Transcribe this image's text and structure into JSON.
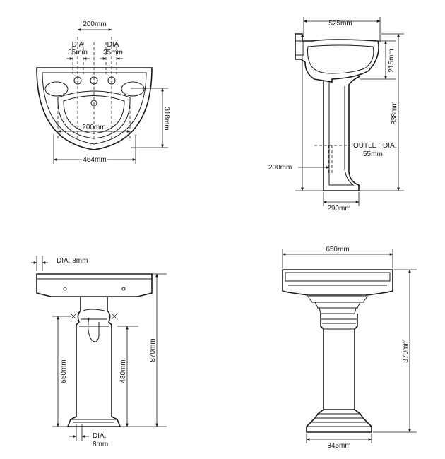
{
  "top_view": {
    "dim_taps_spacing": "200mm",
    "dim_left_dia_a": "DIA",
    "dim_left_dia_b": "35mm",
    "dim_right_dia_a": "DIA",
    "dim_right_dia_b": "35mm",
    "dim_bowl_width": "200mm",
    "dim_depth": "318mm",
    "dim_width": "464mm"
  },
  "side_view": {
    "dim_top_depth": "525mm",
    "dim_basin_height": "215mm",
    "dim_overall_height": "838mm",
    "dim_outlet_a": "OUTLET DIA.",
    "dim_outlet_b": "55mm",
    "dim_outlet_height": "200mm",
    "dim_base_depth": "290mm"
  },
  "rear_view": {
    "dim_top_hole": "DIA. 8mm",
    "dim_fix_height": "550mm",
    "dim_inner_height": "480mm",
    "dim_height": "870mm",
    "dim_bottom_a": "DIA.",
    "dim_bottom_b": "8mm"
  },
  "front_view": {
    "dim_width": "650mm",
    "dim_height": "870mm",
    "dim_base_width": "345mm"
  }
}
